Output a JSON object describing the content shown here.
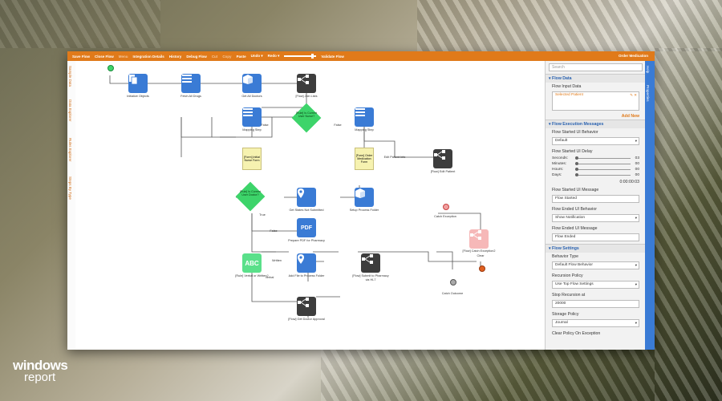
{
  "toolbar": {
    "items": [
      "Save Flow",
      "Close Flow",
      "Menu",
      "Integration Details",
      "History",
      "Debug Flow",
      "Cut",
      "Copy",
      "Paste",
      "Undo ▾",
      "Redo ▾",
      "Validate Flow"
    ],
    "right": "Order Medication"
  },
  "left_tabs": [
    "Sample Data",
    "Data Explorer",
    "Rules Explorer",
    "Steps By Type"
  ],
  "right_tabs": [
    "Help",
    "Properties"
  ],
  "nodes": {
    "initialize": "Initialize Objects",
    "fetch": "Fetch All Drugs",
    "get_doctor": "Get All Doctors",
    "join_lists": "[Flow] Join Lists",
    "mapping1": "Mapping Step",
    "mapping2": "Mapping Step",
    "rule_current": "[Rule] Is Current User Nurse?",
    "initial_nurse_form": "[Form] Initial Nurse Form",
    "order_med_form": "[Form] Order Medication Form",
    "edit_patient": "[Flow] Edit Patient",
    "edit_patient_info": "Edit Patient Info",
    "rule_doctor": "[Rule] Is Current User Doctor?",
    "get_states": "Get States Not Submitted",
    "setup_process": "Setup Process Folder",
    "prepare_pdf": "Prepare PDF for Pharmacy",
    "pdf_label": "PDF",
    "catch_exception": "Catch Exception",
    "flow_catch": "[Flow] Catch Exception2",
    "clear": "Clear",
    "rule_verbal": "[Rule] Verbal or Written?",
    "abc": "ABC",
    "add_file": "Add File to Process Folder",
    "submit_pharmacy": "[Flow] Submit to Pharmacy via HL7",
    "get_doctor_approval": "[Flow] Get Doctor Approval",
    "catch_outcome": "Catch Outcome",
    "edge_false1": "False",
    "edge_false2": "False",
    "edge_true": "True",
    "edge_false3": "False",
    "edge_written": "Written",
    "edge_verbal": "Verbal"
  },
  "panel": {
    "search_placeholder": "Search",
    "flow_data": {
      "title": "Flow Data",
      "input_label": "Flow Input Data",
      "input_value": "Selected Patient",
      "add_new": "Add New"
    },
    "messages": {
      "title": "Flow Execution Messages",
      "started_behavior_label": "Flow Started UI Behavior",
      "started_behavior_value": "Default",
      "started_delay_label": "Flow Started UI Delay",
      "seconds": "Seconds:",
      "seconds_val": "03",
      "minutes": "Minutes:",
      "minutes_val": "00",
      "hours": "Hours:",
      "hours_val": "00",
      "days": "Days:",
      "days_val": "00",
      "total": "0:00:00:03",
      "started_msg_label": "Flow Started UI Message",
      "started_msg_value": "Flow Started",
      "ended_behavior_label": "Flow Ended UI Behavior",
      "ended_behavior_value": "Show Notification",
      "ended_msg_label": "Flow Ended UI Message",
      "ended_msg_value": "Flow Ended"
    },
    "settings": {
      "title": "Flow Settings",
      "behavior_label": "Behavior Type",
      "behavior_value": "Default Flow Behavior",
      "recursion_label": "Recursion Policy",
      "recursion_value": "Use Top Flow Settings",
      "stop_label": "Stop Recursion at",
      "stop_value": "20000",
      "storage_label": "Storage Policy",
      "storage_value": "Journal",
      "clear_label": "Clear Policy On Exception"
    }
  },
  "brand": {
    "line1": "windows",
    "line2": "report"
  }
}
